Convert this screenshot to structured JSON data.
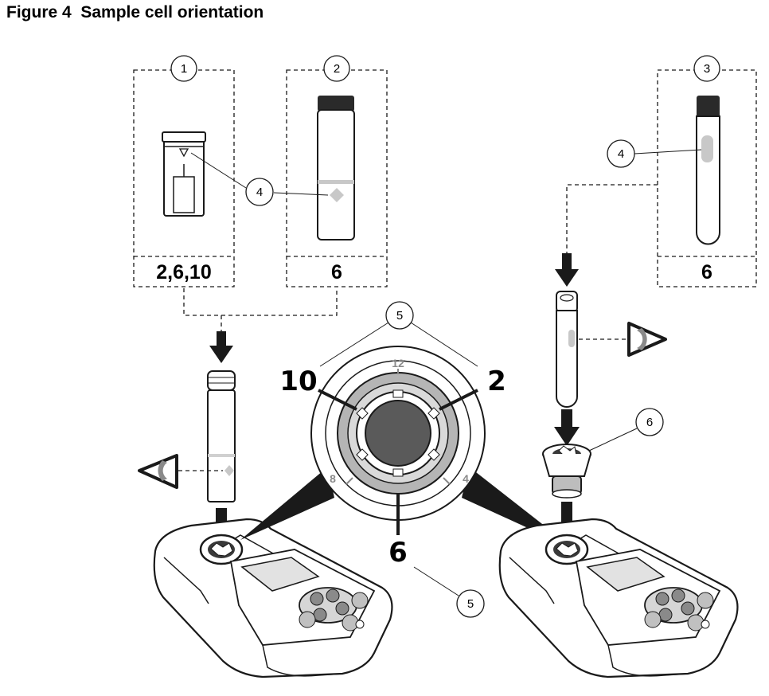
{
  "figure": {
    "title": "Figure 4  Sample cell orientation"
  },
  "callouts": {
    "c1": "1",
    "c2": "2",
    "c3": "3",
    "c4": "4",
    "c5": "5",
    "c6": "6"
  },
  "panels": {
    "panel1_positions": "2,6,10",
    "panel2_positions": "6",
    "panel3_positions": "6"
  },
  "dial": {
    "pos_10": "10",
    "pos_2": "2",
    "pos_6": "6",
    "tick_12": "12",
    "tick_8": "8",
    "tick_4": "4"
  },
  "colors": {
    "line": "#1a1a1a",
    "dial_ring": "#b5b5b5",
    "cell_center": "#5a5a5a",
    "light_gray": "#d0d0d0",
    "mark_gray": "#c8c8c8"
  }
}
